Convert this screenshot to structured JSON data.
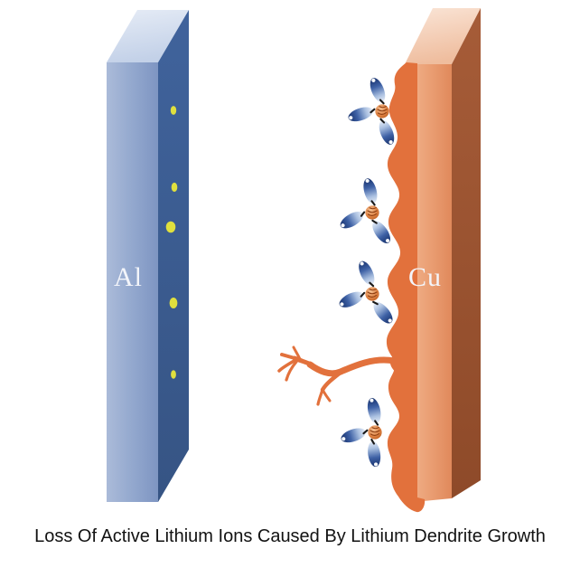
{
  "figure": {
    "caption": "Loss Of Active Lithium Ions Caused By Lithium Dendrite Growth",
    "electrodes": {
      "left": {
        "label": "Al"
      },
      "right": {
        "label": "Cu"
      }
    }
  },
  "colors": {
    "background": "#ffffff",
    "al_front": "#93a8ce",
    "al_side": "#3c5d96",
    "al_top": "#d5dff0",
    "cu_front": "#ea9e73",
    "cu_side": "#9c5532",
    "cu_top": "#f5d4bf",
    "lithium_deposit": "#e2713c",
    "ion_dot": "#e0e03e",
    "solvent_tip": "#16306b",
    "solvent_base": "#ecf1f9",
    "li_core": "#d06f2e",
    "label_text": "#f3f5fa",
    "caption_text": "#121212"
  }
}
